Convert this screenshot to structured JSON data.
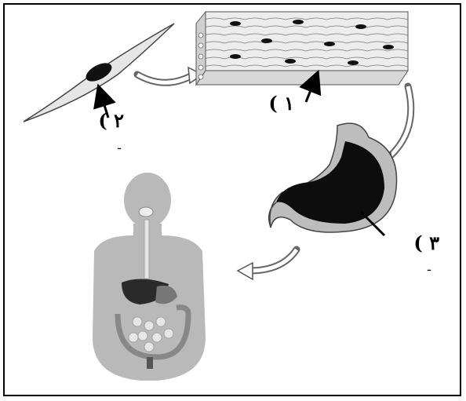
{
  "labels": [
    {
      "id": "label-1",
      "text": "( ١"
    },
    {
      "id": "label-2",
      "text": "( ٢"
    },
    {
      "id": "label-3",
      "text": "( ٣"
    }
  ],
  "colors": {
    "border": "#000000",
    "cell": "#eaeaea",
    "nucleus": "#111111",
    "tissue": "#dcdcdc",
    "organ": "#0d0d0d",
    "organ_light": "#bdbdbd",
    "body": "#b9b9b9",
    "arrow_fill": "#ffffff",
    "arrow_stroke": "#555555"
  },
  "icons": [
    "cell-icon",
    "tissue-icon",
    "stomach-icon",
    "human-body-icon",
    "curved-arrow-icon",
    "pointer-arrow-icon"
  ]
}
